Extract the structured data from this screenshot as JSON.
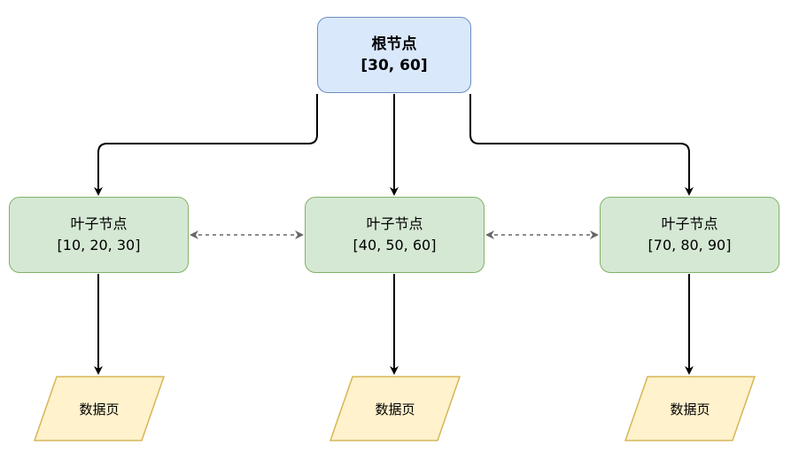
{
  "colors": {
    "root_fill": "#dae8fc",
    "root_stroke": "#6c8ebf",
    "leaf_fill": "#d5e8d4",
    "leaf_stroke": "#82b366",
    "page_fill": "#fff2cc",
    "page_stroke": "#d6b656",
    "edge": "#000000",
    "sibling_link": "#666666"
  },
  "root": {
    "title": "根节点",
    "keys": "[30, 60]"
  },
  "leaves": [
    {
      "title": "叶子节点",
      "keys": "[10, 20, 30]"
    },
    {
      "title": "叶子节点",
      "keys": "[40, 50, 60]"
    },
    {
      "title": "叶子节点",
      "keys": "[70, 80, 90]"
    }
  ],
  "pages": [
    {
      "label": "数据页"
    },
    {
      "label": "数据页"
    },
    {
      "label": "数据页"
    }
  ]
}
